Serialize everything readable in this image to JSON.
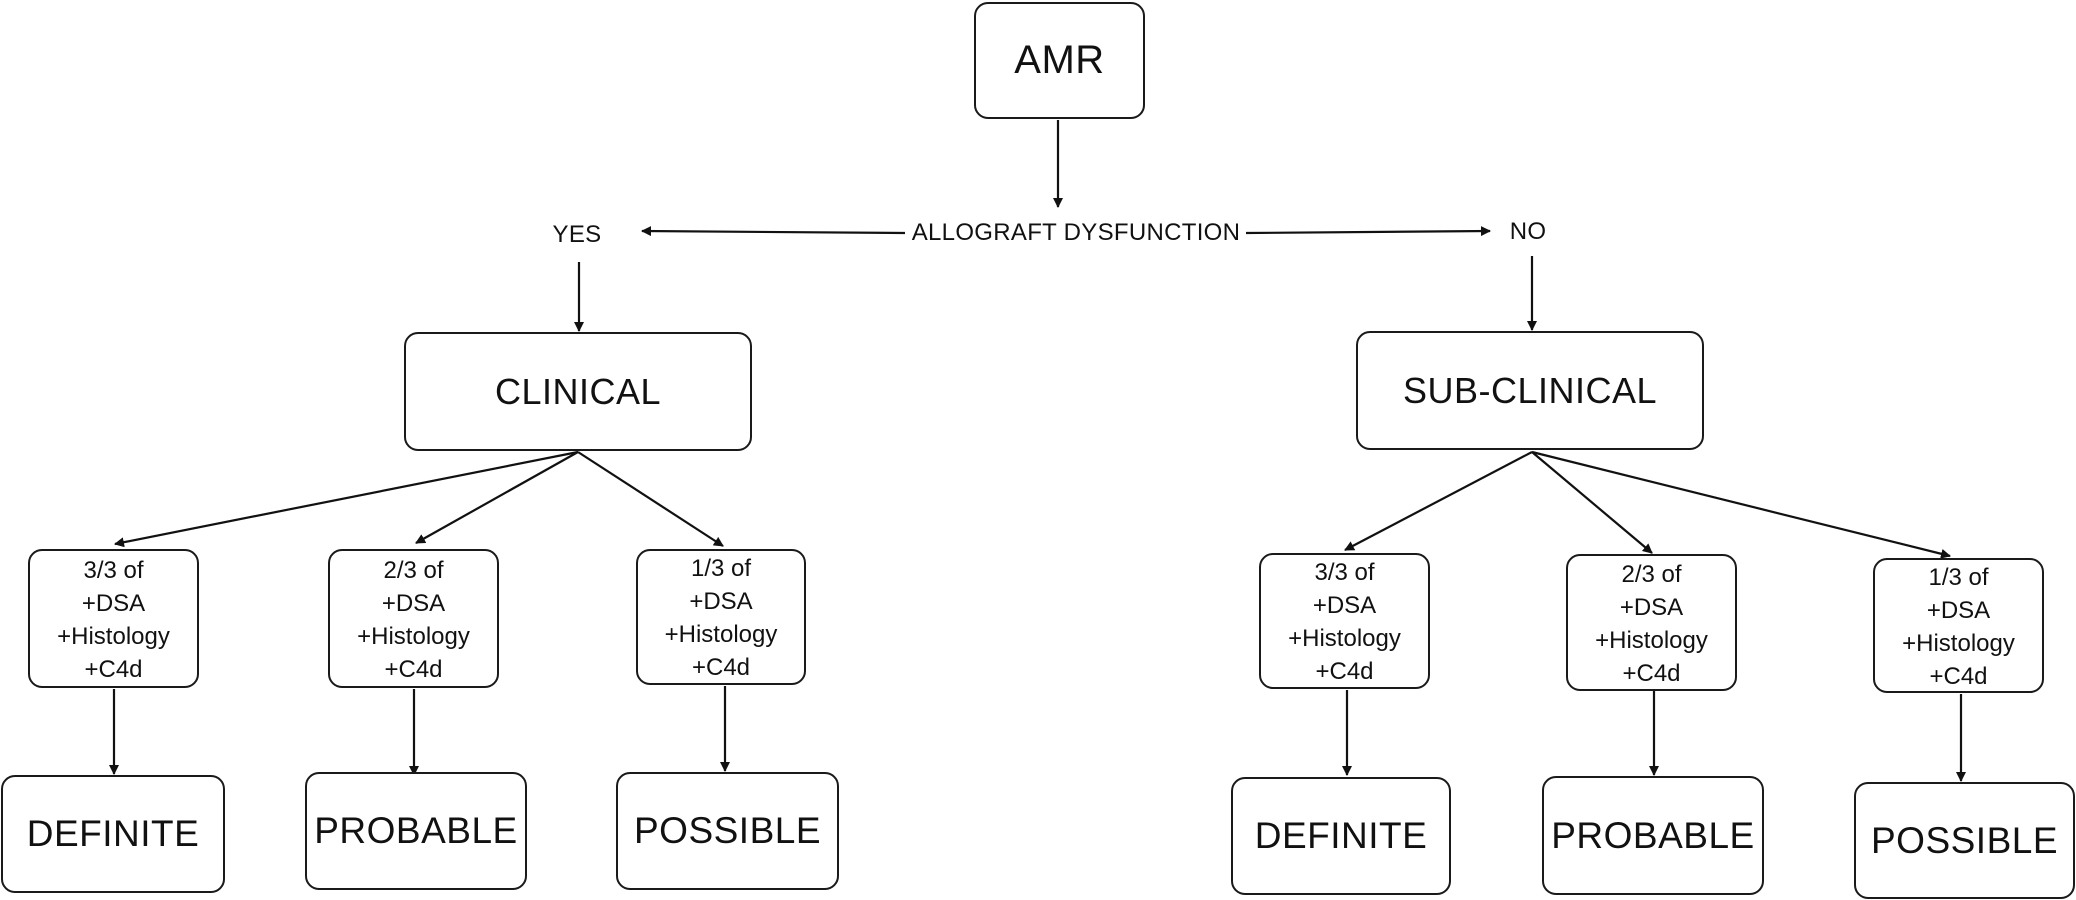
{
  "root": {
    "label": "AMR"
  },
  "question": {
    "label": "ALLOGRAFT DYSFUNCTION",
    "yes": "YES",
    "no": "NO"
  },
  "clinical": {
    "label": "CLINICAL",
    "criteria": [
      {
        "heading": "3/3 of",
        "items": [
          "+DSA",
          "+Histology",
          "+C4d"
        ],
        "outcome": "DEFINITE"
      },
      {
        "heading": "2/3 of",
        "items": [
          "+DSA",
          "+Histology",
          "+C4d"
        ],
        "outcome": "PROBABLE"
      },
      {
        "heading": "1/3 of",
        "items": [
          "+DSA",
          "+Histology",
          "+C4d"
        ],
        "outcome": "POSSIBLE"
      }
    ]
  },
  "subclinical": {
    "label": "SUB-CLINICAL",
    "criteria": [
      {
        "heading": "3/3 of",
        "items": [
          "+DSA",
          "+Histology",
          "+C4d"
        ],
        "outcome": "DEFINITE"
      },
      {
        "heading": "2/3 of",
        "items": [
          "+DSA",
          "+Histology",
          "+C4d"
        ],
        "outcome": "PROBABLE"
      },
      {
        "heading": "1/3 of",
        "items": [
          "+DSA",
          "+Histology",
          "+C4d"
        ],
        "outcome": "POSSIBLE"
      }
    ]
  }
}
